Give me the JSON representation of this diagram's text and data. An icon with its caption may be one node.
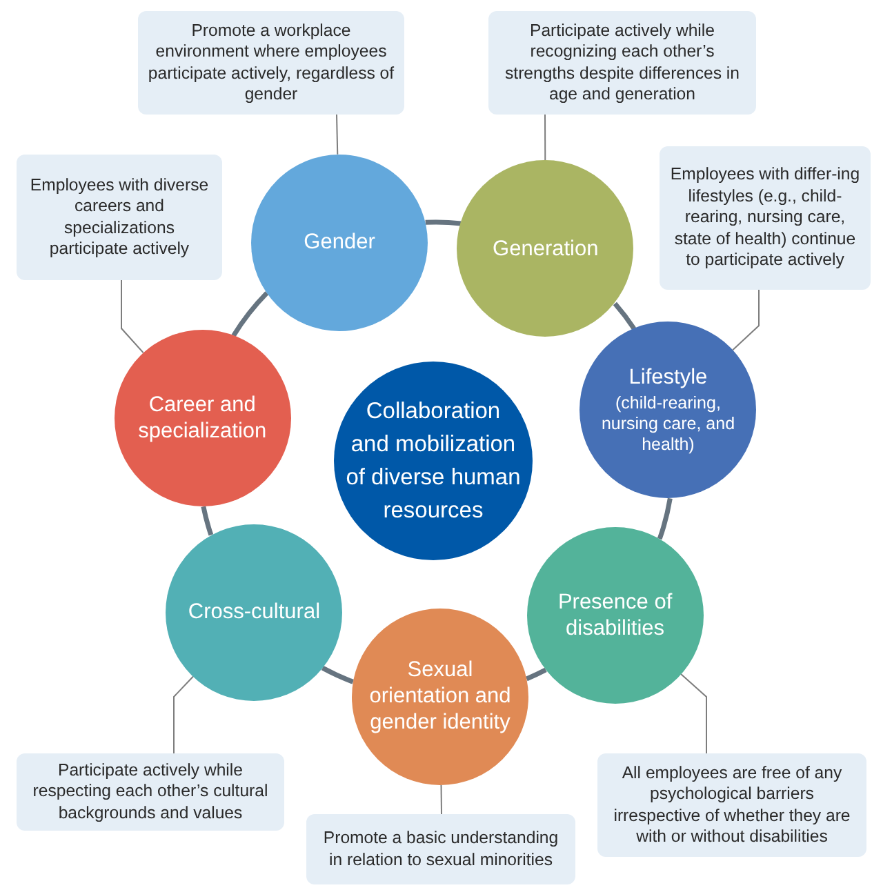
{
  "diagram": {
    "nodes": [
      {
        "text": [
          "Collaboration and mobilization of diverse human resources"
        ]
      },
      {
        "text": [
          "Gender"
        ]
      },
      {
        "text": [
          "Generation"
        ]
      },
      {
        "text": [
          "Lifestyle",
          "(child-rearing, nursing care, and health)"
        ]
      },
      {
        "text": [
          "Presence of disabilities"
        ]
      },
      {
        "text": [
          "Sexual orientation and gender identity"
        ]
      },
      {
        "text": [
          "Cross-cultural"
        ]
      },
      {
        "text": [
          "Career and specialization"
        ]
      },
      {
        "text": [
          "Promote a workplace environment where employees participate actively, regardless of gender"
        ]
      },
      {
        "text": [
          "Participate actively while recognizing each other’s strengths despite differences in age and generation"
        ]
      },
      {
        "text": [
          "Employees with differ-ing lifestyles (e.g., child-rearing, nursing care, state of health) continue to participate actively"
        ]
      },
      {
        "text": [
          "All employees are free of any psychological barriers irrespective of whether they are with or without disabilities"
        ]
      },
      {
        "text": [
          "Promote a basic understanding in relation to sexual minorities"
        ]
      },
      {
        "text": [
          "Participate actively while respecting each other’s cultural backgrounds and values"
        ]
      },
      {
        "text": [
          "Employees with diverse careers and specializations participate actively"
        ]
      }
    ],
    "edges": [
      {
        "from": 1,
        "to": 2,
        "arrow": "none",
        "style": "thick"
      },
      {
        "from": 2,
        "to": 3,
        "arrow": "none",
        "style": "thick"
      },
      {
        "from": 3,
        "to": 4,
        "arrow": "none",
        "style": "thick"
      },
      {
        "from": 4,
        "to": 5,
        "arrow": "none",
        "style": "thick"
      },
      {
        "from": 5,
        "to": 6,
        "arrow": "none",
        "style": "thick"
      },
      {
        "from": 6,
        "to": 7,
        "arrow": "none",
        "style": "thick"
      },
      {
        "from": 7,
        "to": 1,
        "arrow": "none",
        "style": "thick"
      },
      {
        "from": 8,
        "to": 1,
        "arrow": "none"
      },
      {
        "from": 9,
        "to": 2,
        "arrow": "none"
      },
      {
        "from": 10,
        "to": 3,
        "arrow": "none"
      },
      {
        "from": 11,
        "to": 4,
        "arrow": "none"
      },
      {
        "from": 12,
        "to": 5,
        "arrow": "none"
      },
      {
        "from": 13,
        "to": 6,
        "arrow": "none"
      },
      {
        "from": 14,
        "to": 7,
        "arrow": "none"
      }
    ]
  }
}
